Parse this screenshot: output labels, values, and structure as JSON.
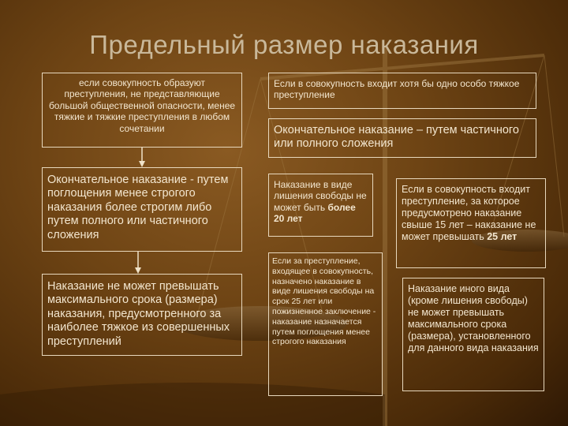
{
  "title": "Предельный размер наказания",
  "left": {
    "box1": "если совокупность  образуют преступления, не представляющие большой общественной опасности, менее тяжкие и тяжкие преступления в любом сочетании",
    "box2": "Окончательное наказание  - путем поглощения менее строгого наказания более строгим либо путем полного или частичного сложения",
    "box3": "Наказание не может превышать максимального срока (размера) наказания, предусмотренного за наиболее тяжкое из совершенных преступлений"
  },
  "right": {
    "box1": "Если в совокупность входит хотя бы  одно особо тяжкое преступление",
    "box2": "Окончательное наказание  – путем частичного или полного сложения",
    "box3_text": "Наказание в виде лишения свободы не может быть ",
    "box3_bold": "более 20 лет",
    "box4_text": "Если в совокупность входит преступление, за которое предусмотрено наказание свыше 15 лет – наказание не может превышать ",
    "box4_bold": "25 лет",
    "box5": "Если за преступление, входящее в совокупность, назначено наказание в виде лишения свободы на срок 25 лет или пожизненное заключение  - наказание  назначается путем поглощения менее строгого наказания",
    "box6": "Наказание иного вида (кроме лишения свободы) не может превышать максимального срока (размера), установленного для данного вида наказания"
  }
}
